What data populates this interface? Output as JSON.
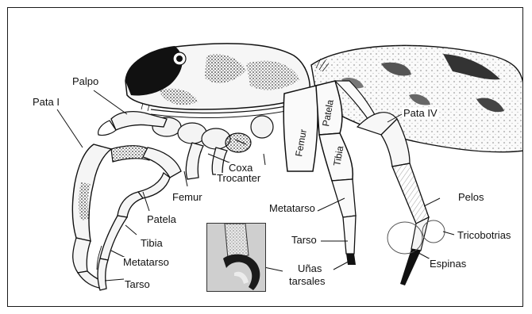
{
  "labels": {
    "palpo": "Palpo",
    "pata_i": "Pata I",
    "pata_iv": "Pata IV",
    "coxa": "Coxa",
    "trocanter": "Trocanter",
    "femur_front": "Femur",
    "patela_front": "Patela",
    "tibia_front": "Tibia",
    "metatarso_front": "Metatarso",
    "tarso_front": "Tarso",
    "femur_iv": "Femur",
    "patela_iv": "Patela",
    "tibia_iv": "Tibia",
    "metatarso_mid": "Metatarso",
    "tarso_mid": "Tarso",
    "unas_line1": "Uñas",
    "unas_line2": "tarsales",
    "pelos": "Pelos",
    "tricobotrias": "Tricobotrias",
    "espinas": "Espinas"
  },
  "colors": {
    "ink": "#111111",
    "shade": "#6e6e6e",
    "background": "#ffffff"
  }
}
